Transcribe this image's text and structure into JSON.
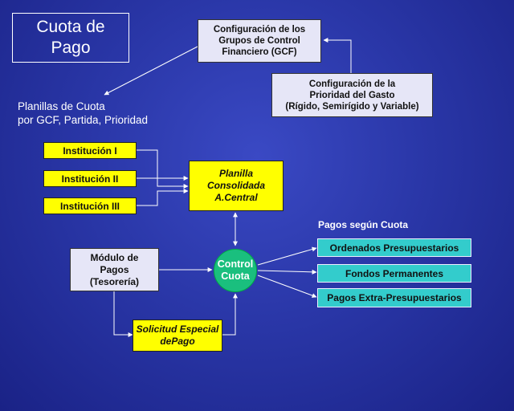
{
  "title": "Cuota de\nPago",
  "planillas_label": "Planillas de Cuota\npor GCF, Partida, Prioridad",
  "config_gcf": "Configuración de los\nGrupos de Control\nFinanciero (GCF)",
  "config_prioridad": "Configuración de la\nPrioridad del Gasto\n(Rígido, Semirígido y Variable)",
  "instituciones": [
    "Institución I",
    "Institución II",
    "Institución III"
  ],
  "planilla_consolidada": "Planilla\nConsolidada\nA.Central",
  "pagos_heading": "Pagos según Cuota",
  "modulo_pagos": "Módulo de\nPagos\n(Tesorería)",
  "control_cuota": "Control\nCuota",
  "solicitud_especial": "Solicitud Especial\ndePago",
  "pagos": [
    "Ordenados Presupuestarios",
    "Fondos Permanentes",
    "Pagos Extra-Presupuestarios"
  ]
}
